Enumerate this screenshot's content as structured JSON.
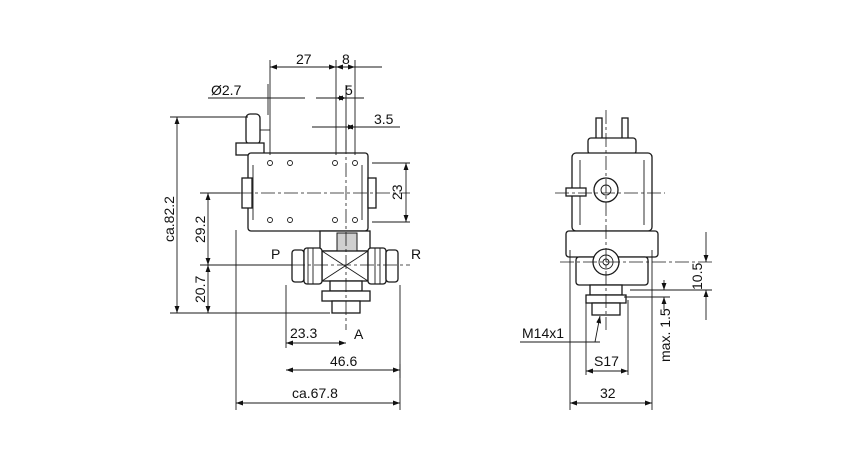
{
  "front_view": {
    "dims": {
      "d27": "27",
      "d8": "8",
      "dia27": "Ø2.7",
      "d5": "5",
      "d35": "3.5",
      "ca822": "ca.82.2",
      "d292": "29.2",
      "d207": "20.7",
      "d23": "23",
      "d233": "23.3",
      "d466": "46.6",
      "ca678": "ca.67.8"
    },
    "ports": {
      "p": "P",
      "r": "R",
      "a": "A"
    }
  },
  "side_view": {
    "dims": {
      "d105": "10.5",
      "max15": "max. 1.5",
      "m14": "M14x1",
      "s17": "S17",
      "d32": "32"
    }
  },
  "colors": {
    "line": "#1a1a1a",
    "background": "#ffffff"
  }
}
